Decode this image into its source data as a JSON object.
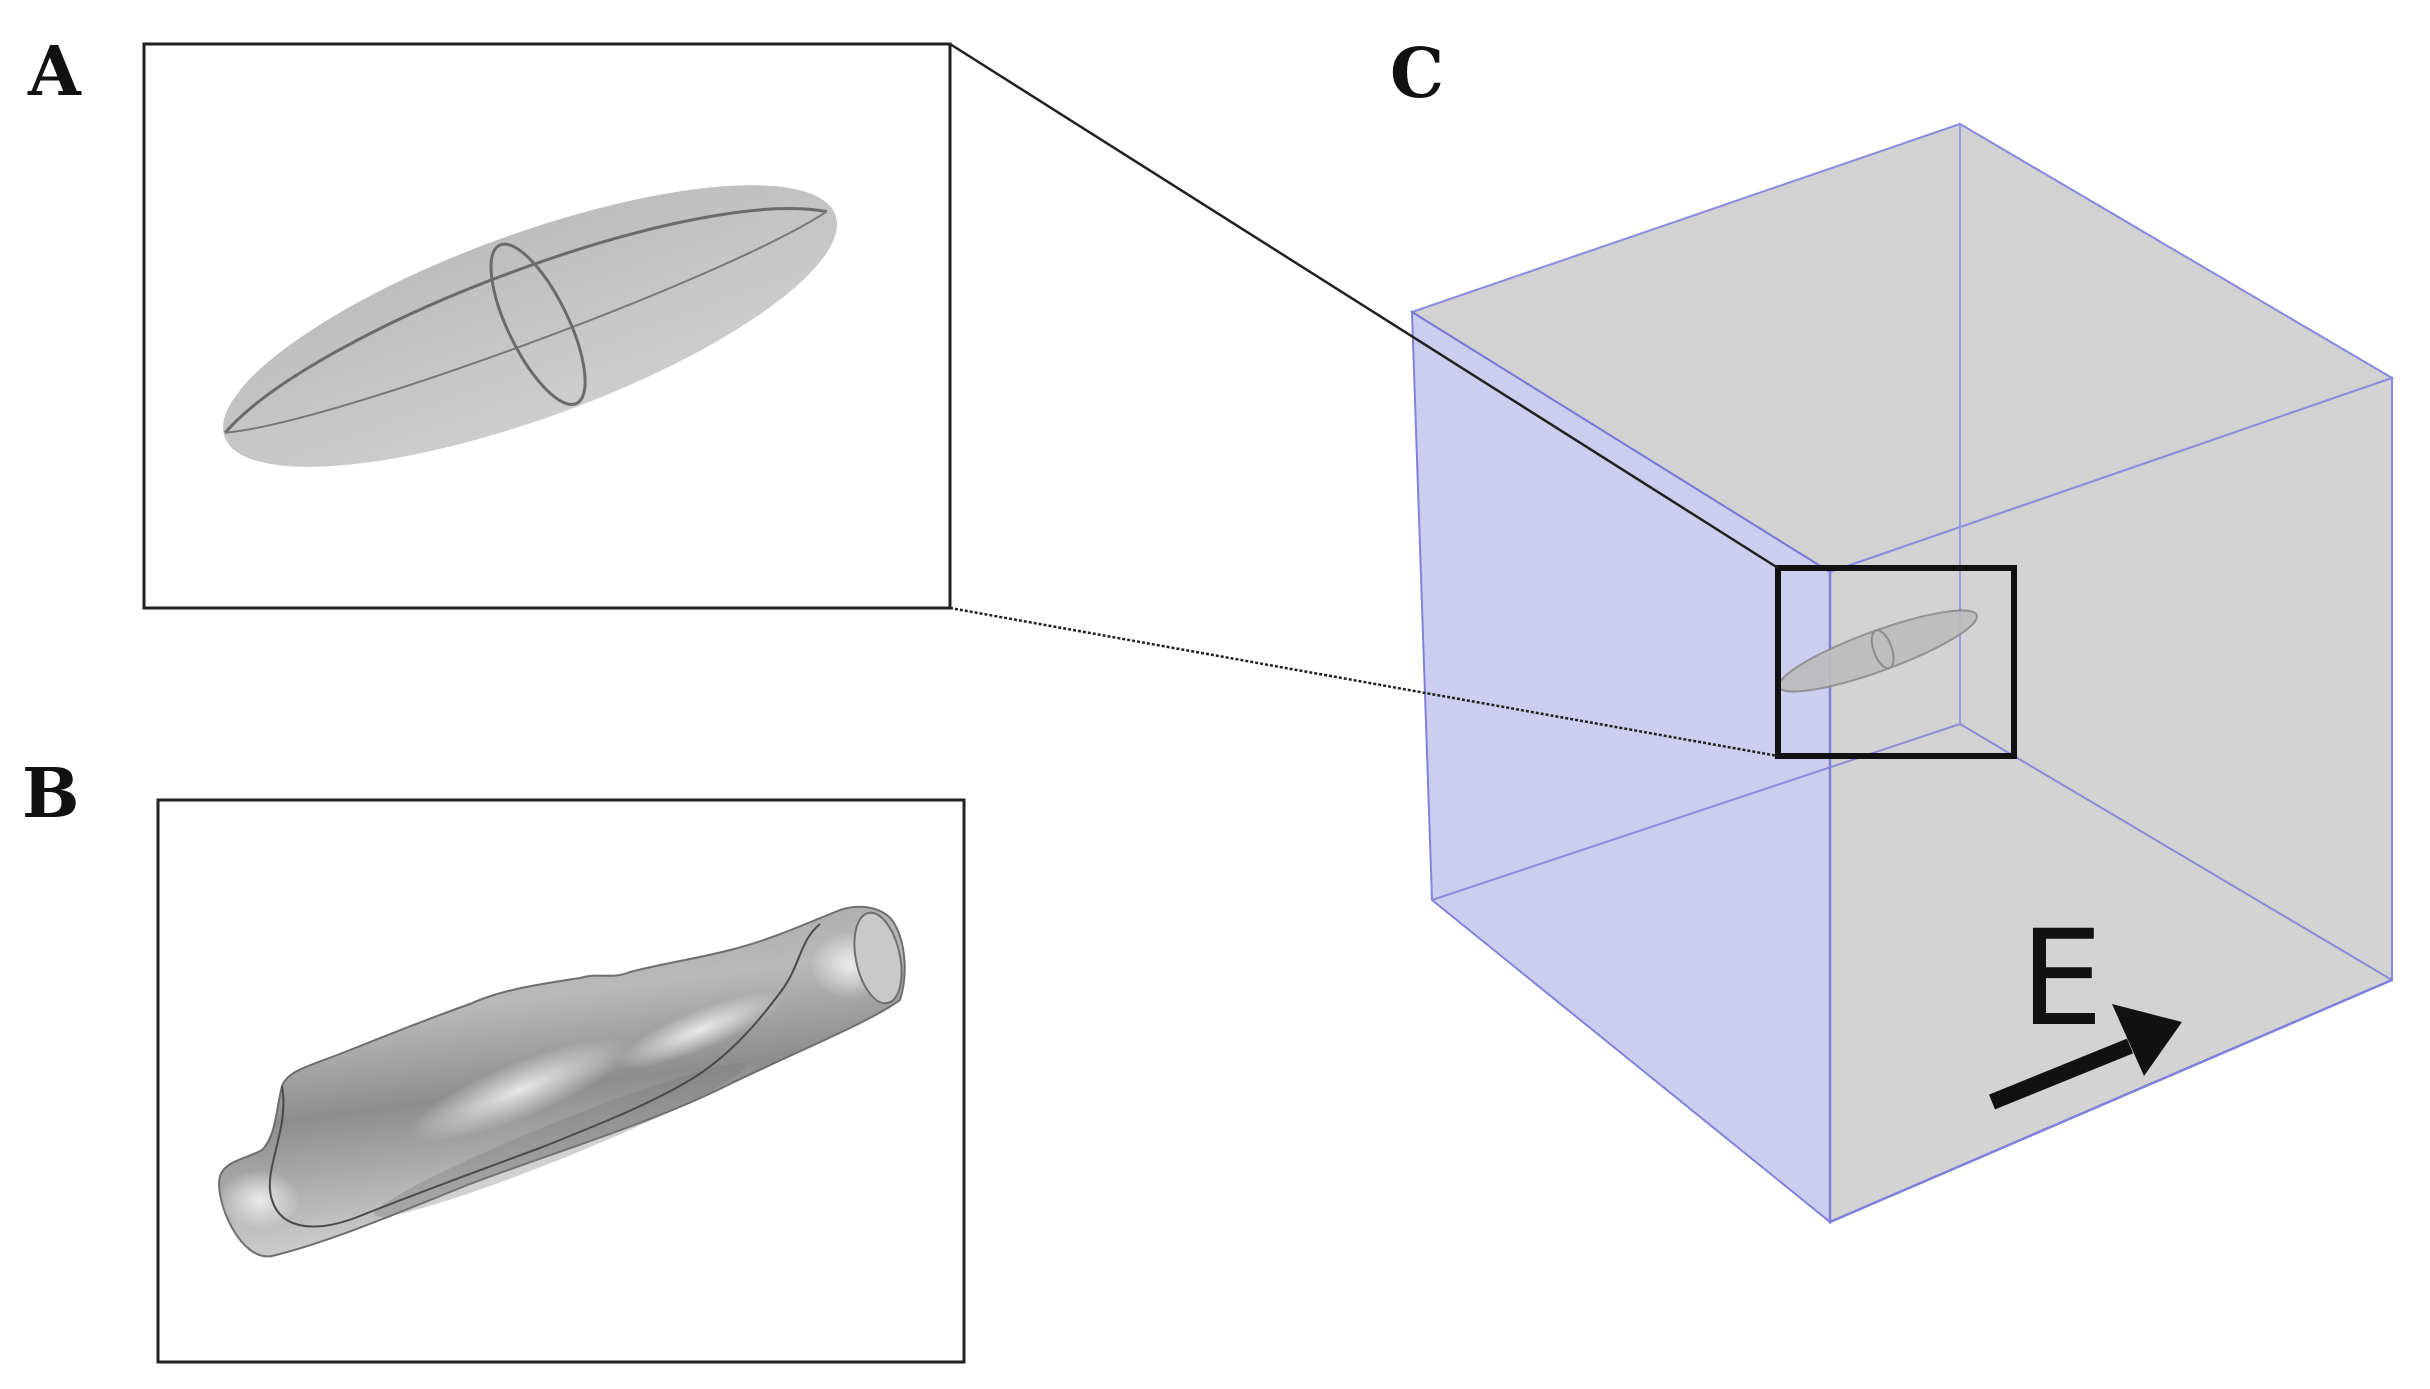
{
  "panels": {
    "a": {
      "label": "A"
    },
    "b": {
      "label": "B"
    },
    "c": {
      "label": "C"
    }
  },
  "field": {
    "label": "E"
  },
  "colors": {
    "ellipsoid_fill": "#c4c4c4",
    "cell_fill": "#a8a8a8",
    "box_side_fill": "#c9c9ee",
    "box_fill": "#d3d3d3",
    "box_edge": "#7878d8",
    "ink": "#111111"
  }
}
